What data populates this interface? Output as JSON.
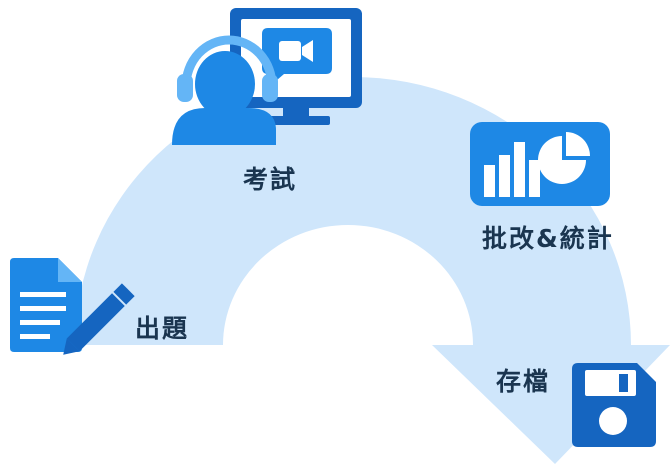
{
  "steps": {
    "exam": {
      "label": "考試",
      "icon": "headset-user-monitor-video-icon"
    },
    "grade": {
      "label": "批改&統計",
      "icon": "bar-pie-chart-icon"
    },
    "create": {
      "label": "出題",
      "icon": "document-pencil-icon"
    },
    "save": {
      "label": "存檔",
      "icon": "floppy-disk-icon"
    }
  },
  "colors": {
    "arc": "#cfe6fb",
    "icon_dark": "#1565c0",
    "icon_main": "#1e88e5",
    "icon_light": "#64b5f6",
    "label": "#1a3550"
  }
}
